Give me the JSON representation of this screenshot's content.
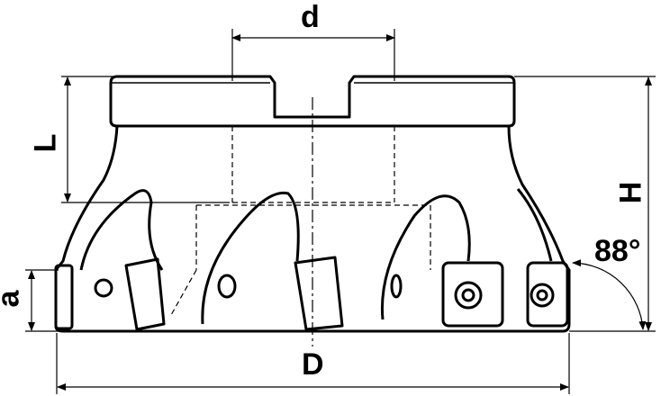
{
  "labels": {
    "d": "d",
    "L": "L",
    "H": "H",
    "angle": "88°",
    "a": "a",
    "D": "D"
  },
  "colors": {
    "stroke": "#000000",
    "background": "#ffffff"
  }
}
